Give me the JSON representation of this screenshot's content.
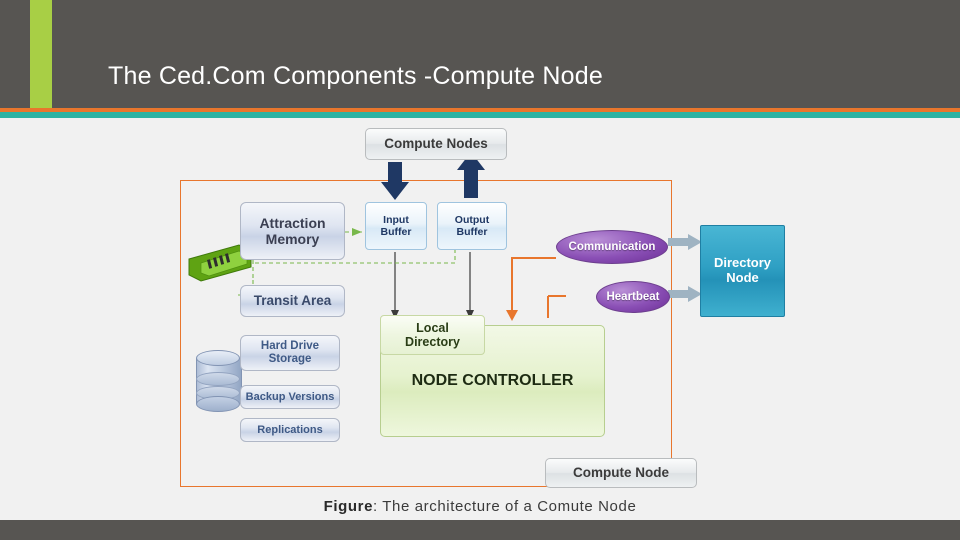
{
  "header": {
    "title": "The Ced.Com Components -Compute Node",
    "accent_orange": "#e8762d",
    "accent_teal": "#2bb3a3",
    "left_tab_color": "#a8cf45",
    "bar_color": "#575552"
  },
  "diagram": {
    "compute_nodes_label": "Compute Nodes",
    "compute_node_label": "Compute Node",
    "input_buffer": "Input\nBuffer",
    "input_buffer_line1": "Input",
    "input_buffer_line2": "Buffer",
    "output_buffer_line1": "Output",
    "output_buffer_line2": "Buffer",
    "attraction_memory_line1": "Attraction",
    "attraction_memory_line2": "Memory",
    "transit_area": "Transit Area",
    "hard_drive_line1": "Hard Drive",
    "hard_drive_line2": "Storage",
    "backup_versions": "Backup Versions",
    "replications": "Replications",
    "local_directory_line1": "Local",
    "local_directory_line2": "Directory",
    "node_controller": "NODE CONTROLLER",
    "communication": "Communication",
    "heartbeat": "Heartbeat",
    "directory_node_line1": "Directory",
    "directory_node_line2": "Node",
    "colors": {
      "frame": "#e8762d",
      "ellipse": "#8a4fb5",
      "directory_node": "#2fa0c4",
      "node_controller": "#e6f2cf",
      "arrow_dark": "#1f3864",
      "arrow_orange": "#e8762d"
    }
  },
  "caption": {
    "bold": "Figure",
    "rest": ": The architecture of a Comute Node"
  }
}
